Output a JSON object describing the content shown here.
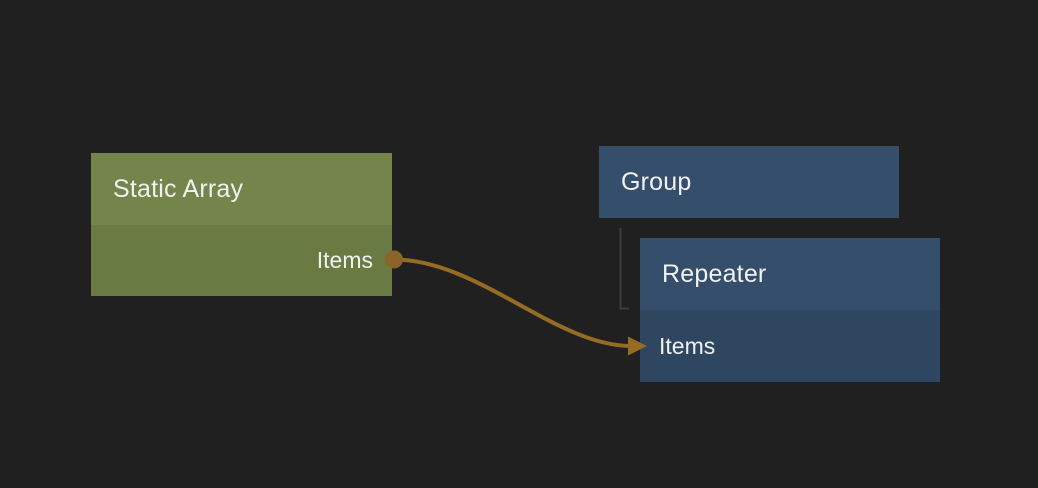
{
  "canvas": {
    "background_color": "#202020",
    "text_color": "#f1f1f1"
  },
  "nodes": {
    "static_array": {
      "title": "Static Array",
      "header_color": "#75844b",
      "body_color": "#6a7a43",
      "output_port_label": "Items"
    },
    "group": {
      "title": "Group",
      "header_color": "#344e6c"
    },
    "repeater": {
      "title": "Repeater",
      "header_color": "#344e6c",
      "body_color": "#2e4660",
      "input_port_label": "Items"
    }
  },
  "connection": {
    "from_node": "Static Array",
    "from_port": "Items",
    "to_node": "Repeater",
    "to_port": "Items",
    "color": "#966c24",
    "port_dot_color": "#8a6428"
  },
  "hierarchy_link": {
    "parent": "Group",
    "child": "Repeater",
    "color": "#3d3d3d"
  }
}
